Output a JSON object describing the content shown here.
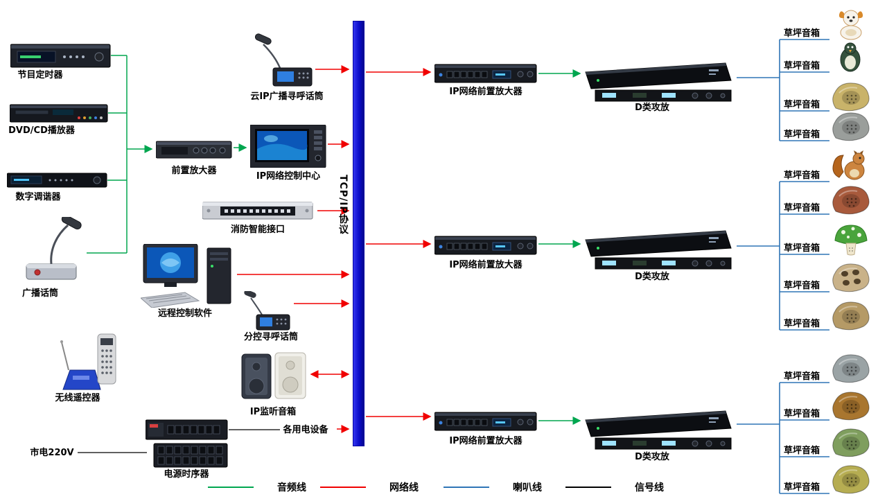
{
  "protocol_bus": {
    "label": "TCP/IP协议"
  },
  "left_column": {
    "program_timer": "节目定时器",
    "dvd_player": "DVD/CD播放器",
    "tuner": "数字调谐器",
    "broadcast_mic": "广播话筒",
    "wireless_remote": "无线遥控器"
  },
  "middle_column": {
    "cloud_paging_mic": "云IP广播寻呼话筒",
    "preamp": "前置放大器",
    "control_center": "IP网络控制中心",
    "fire_interface": "消防智能接口",
    "remote_software": "远程控制软件",
    "sub_paging_mic": "分控寻呼话筒",
    "monitor_speaker": "IP监听音箱",
    "powered_devices": "各用电设备",
    "power_sequencer": "电源时序器",
    "mains": "市电220V"
  },
  "network_preamps": [
    {
      "label": "IP网络前置放大器"
    },
    {
      "label": "IP网络前置放大器"
    },
    {
      "label": "IP网络前置放大器"
    }
  ],
  "amplifiers": [
    {
      "label": "D类攻放"
    },
    {
      "label": "D类攻放"
    },
    {
      "label": "D类攻放"
    }
  ],
  "lawn_speakers": [
    {
      "label": "草坪音箱",
      "icon": "dog-speaker-icon",
      "color": "#f7f3ea"
    },
    {
      "label": "草坪音箱",
      "icon": "penguin-speaker-icon",
      "color": "#35523d"
    },
    {
      "label": "草坪音箱",
      "icon": "rock-speaker-icon",
      "color": "#c9b36a"
    },
    {
      "label": "草坪音箱",
      "icon": "rock-speaker-icon",
      "color": "#9a9e9b"
    },
    {
      "label": "草坪音箱",
      "icon": "squirrel-speaker-icon",
      "color": "#cd853f"
    },
    {
      "label": "草坪音箱",
      "icon": "rock-speaker-icon",
      "color": "#a85a3c"
    },
    {
      "label": "草坪音箱",
      "icon": "mushroom-speaker-icon",
      "color": "#4aa43c"
    },
    {
      "label": "草坪音箱",
      "icon": "rock-holes-speaker-icon",
      "color": "#c9b289"
    },
    {
      "label": "草坪音箱",
      "icon": "rock-speaker-icon",
      "color": "#b59a66"
    },
    {
      "label": "草坪音箱",
      "icon": "rock-speaker-icon",
      "color": "#9aa3a5"
    },
    {
      "label": "草坪音箱",
      "icon": "rock-speaker-icon",
      "color": "#a9762f"
    },
    {
      "label": "草坪音箱",
      "icon": "rock-speaker-icon",
      "color": "#7f9e5e"
    },
    {
      "label": "草坪音箱",
      "icon": "rock-speaker-icon",
      "color": "#b6ad52"
    }
  ],
  "legend": [
    {
      "label": "音频线",
      "color": "#00a64f"
    },
    {
      "label": "网络线",
      "color": "#f00000"
    },
    {
      "label": "喇叭线",
      "color": "#2e75b6"
    },
    {
      "label": "信号线",
      "color": "#000000"
    }
  ]
}
